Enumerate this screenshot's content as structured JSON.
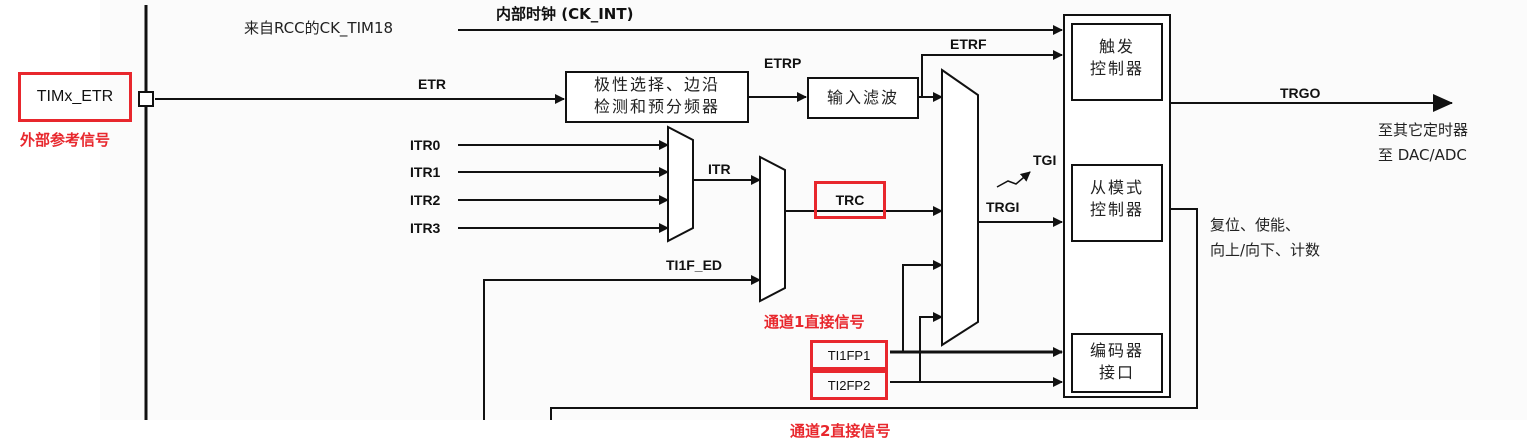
{
  "labels": {
    "rcc_source": "来自RCC的CK_TIM18",
    "ck_int": "内部时钟 (CK_INT)",
    "timx_etr": "TIMx_ETR",
    "external_ref": "外部参考信号",
    "etr": "ETR",
    "etrp": "ETRP",
    "etrf": "ETRF",
    "polarity_block_line1": "极性选择、边沿",
    "polarity_block_line2": "检测和预分频器",
    "filter_block": "输入滤波",
    "itr0": "ITR0",
    "itr1": "ITR1",
    "itr2": "ITR2",
    "itr3": "ITR3",
    "itr": "ITR",
    "trc": "TRC",
    "ti1f_ed": "TI1F_ED",
    "tgi": "TGI",
    "trgi": "TRGI",
    "trigger_ctrl_line1": "触发",
    "trigger_ctrl_line2": "控制器",
    "slave_ctrl_line1": "从模式",
    "slave_ctrl_line2": "控制器",
    "encoder_line1": "编码器",
    "encoder_line2": "接口",
    "trgo": "TRGO",
    "to_timers_line1": "至其它定时器",
    "to_timers_line2": "至 DAC/ADC",
    "slave_out_line1": "复位、使能、",
    "slave_out_line2": "向上/向下、计数",
    "ch1_direct": "通道1直接信号",
    "ch2_direct": "通道2直接信号",
    "ti1fp1": "TI1FP1",
    "ti2fp2": "TI2FP2"
  },
  "colors": {
    "highlight": "#e8272d",
    "line": "#111111",
    "background": "#ffffff"
  }
}
